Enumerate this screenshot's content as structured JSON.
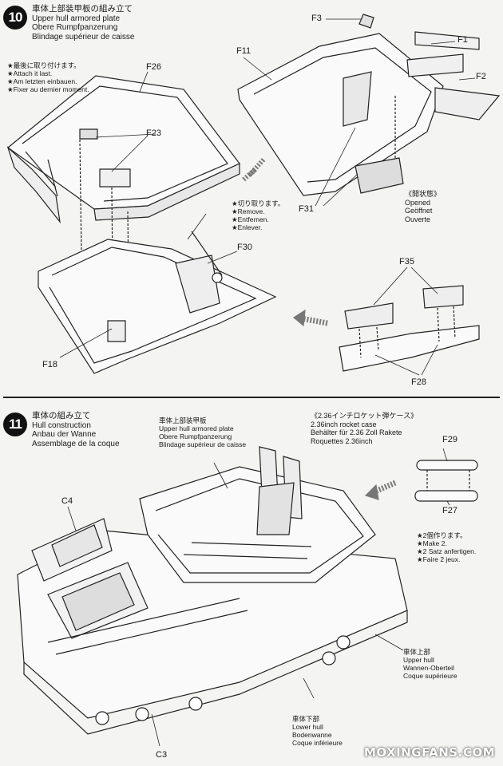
{
  "step10": {
    "number": "10",
    "title_jp": "車体上部装甲板の組み立て",
    "title_en": "Upper hull armored plate",
    "title_de": "Obere Rumpfpanzerung",
    "title_fr": "Blindage supérieur de caisse",
    "note_last": {
      "jp": "★最後に取り付けます。",
      "en": "★Attach it last.",
      "de": "★Am letzten einbauen.",
      "fr": "★Fixer au dernier moment."
    },
    "note_remove": {
      "jp": "★切り取ります。",
      "en": "★Remove.",
      "de": "★Entfernen.",
      "fr": "★Enlever."
    },
    "opened": {
      "jp": "《開状態》",
      "en": "Opened",
      "de": "Geöffnet",
      "fr": "Ouverte"
    },
    "parts": {
      "f26": "F26",
      "f23": "F23",
      "f30": "F30",
      "f18": "F18",
      "f3": "F3",
      "f1": "F1",
      "f11": "F11",
      "f2": "F2",
      "f31": "F31",
      "f35": "F35",
      "f28": "F28"
    }
  },
  "step11": {
    "number": "11",
    "title_jp": "車体の組み立て",
    "title_en": "Hull construction",
    "title_de": "Anbau der Wanne",
    "title_fr": "Assemblage de la coque",
    "upper_plate": {
      "jp": "車体上部装甲板",
      "en": "Upper hull armored plate",
      "de": "Obere Rumpfpanzerung",
      "fr": "Blindage supérieur de caisse"
    },
    "rocket_case": {
      "jp": "《2.36インチロケット弾ケース》",
      "en": "2.36inch rocket case",
      "de": "Behälter für 2.36 Zoll Rakete",
      "fr": "Roquettes 2.36inch"
    },
    "make_two": {
      "jp": "★2個作ります。",
      "en": "★Make 2.",
      "de": "★2 Satz anfertigen.",
      "fr": "★Faire 2 jeux."
    },
    "upper_hull": {
      "jp": "車体上部",
      "en": "Upper hull",
      "de": "Wannen-Oberteil",
      "fr": "Coque supérieure"
    },
    "lower_hull": {
      "jp": "車体下部",
      "en": "Lower hull",
      "de": "Bodenwanne",
      "fr": "Coque inférieure"
    },
    "parts": {
      "c4": "C4",
      "c3": "C3",
      "f29": "F29",
      "f27": "F27"
    }
  },
  "watermark": "MOXINGFANS.COM"
}
